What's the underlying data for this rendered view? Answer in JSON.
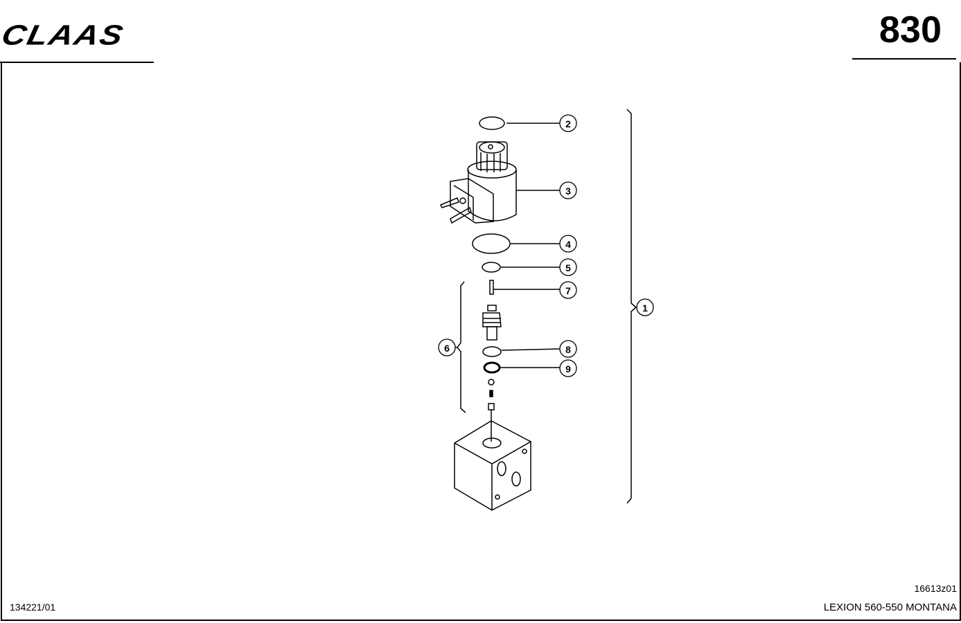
{
  "header": {
    "brand": "CLAAS",
    "page_number": "830"
  },
  "diagram": {
    "callouts": [
      "1",
      "2",
      "3",
      "4",
      "5",
      "6",
      "7",
      "8",
      "9"
    ]
  },
  "footer": {
    "document_number": "134221/01",
    "drawing_number": "16613z01",
    "model": "LEXION 560-550 MONTANA"
  }
}
